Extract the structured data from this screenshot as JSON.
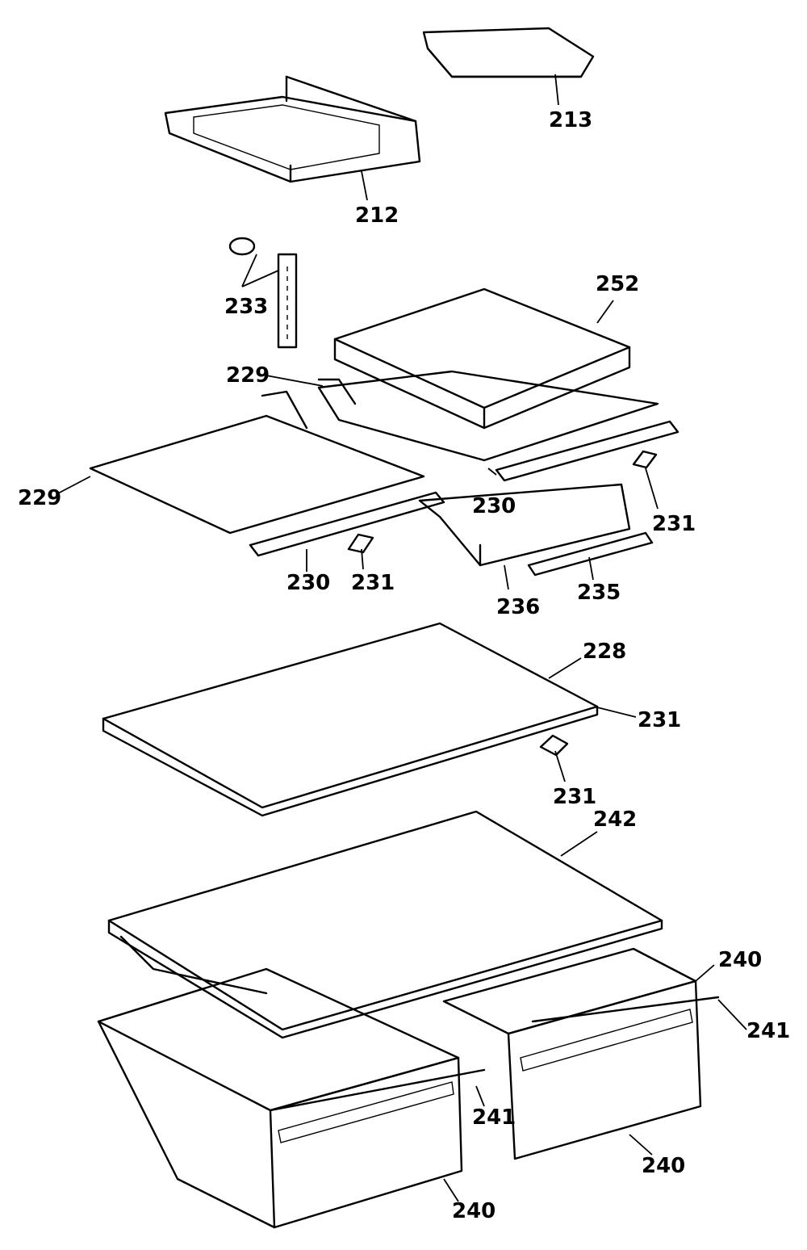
{
  "callouts": {
    "c213": "213",
    "c212": "212",
    "c233": "233",
    "c252": "252",
    "c229a": "229",
    "c229b": "229",
    "c230a": "230",
    "c231a": "231",
    "c230b": "230",
    "c231b": "231",
    "c236": "236",
    "c235": "235",
    "c228": "228",
    "c231c": "231",
    "c231d": "231",
    "c242": "242",
    "c240a": "240",
    "c241a": "241",
    "c241b": "241",
    "c240b": "240",
    "c240c": "240"
  }
}
